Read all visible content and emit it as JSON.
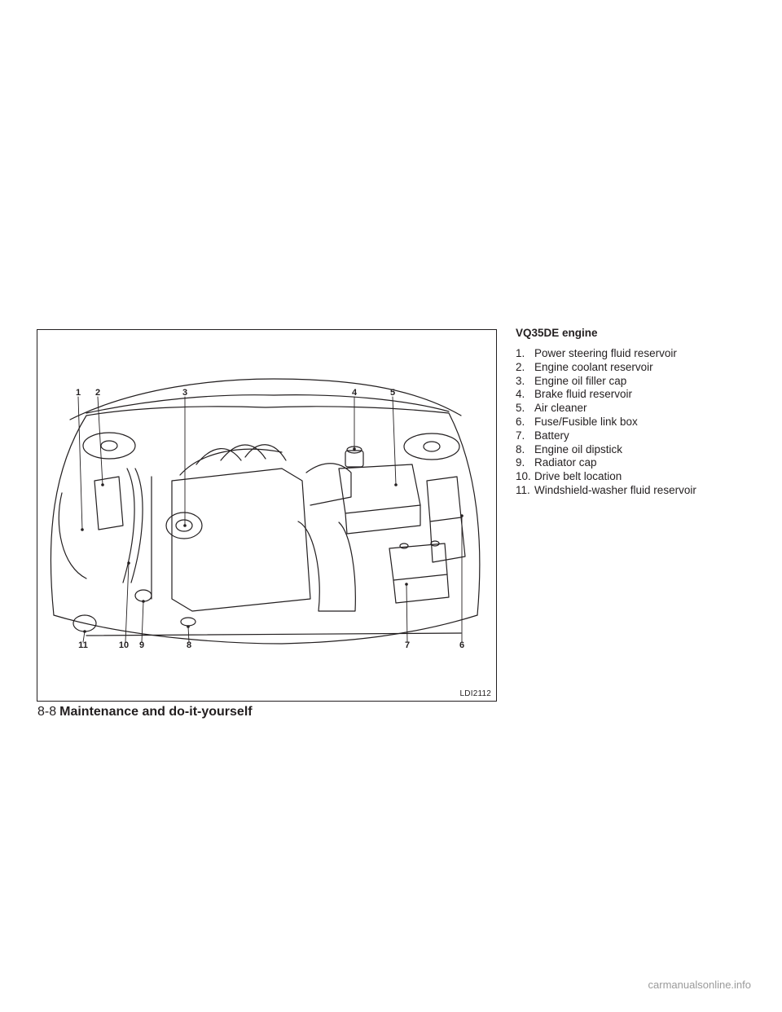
{
  "figure": {
    "code": "LDI2112",
    "callouts": [
      "1",
      "2",
      "3",
      "4",
      "5",
      "6",
      "7",
      "8",
      "9",
      "10",
      "11"
    ]
  },
  "legend": {
    "title": "VQ35DE engine",
    "items": [
      {
        "num": "1.",
        "text": "Power steering fluid reservoir"
      },
      {
        "num": "2.",
        "text": "Engine coolant reservoir"
      },
      {
        "num": "3.",
        "text": "Engine oil filler cap"
      },
      {
        "num": "4.",
        "text": "Brake fluid reservoir"
      },
      {
        "num": "5.",
        "text": "Air cleaner"
      },
      {
        "num": "6.",
        "text": "Fuse/Fusible link box"
      },
      {
        "num": "7.",
        "text": "Battery"
      },
      {
        "num": "8.",
        "text": "Engine oil dipstick"
      },
      {
        "num": "9.",
        "text": "Radiator cap"
      },
      {
        "num": "10.",
        "text": "Drive belt location"
      },
      {
        "num": "11.",
        "text": "Windshield-washer fluid reservoir"
      }
    ]
  },
  "footer": {
    "page_number": "8-8",
    "section_title": "Maintenance and do-it-yourself"
  },
  "watermark": "carmanualsonline.info"
}
